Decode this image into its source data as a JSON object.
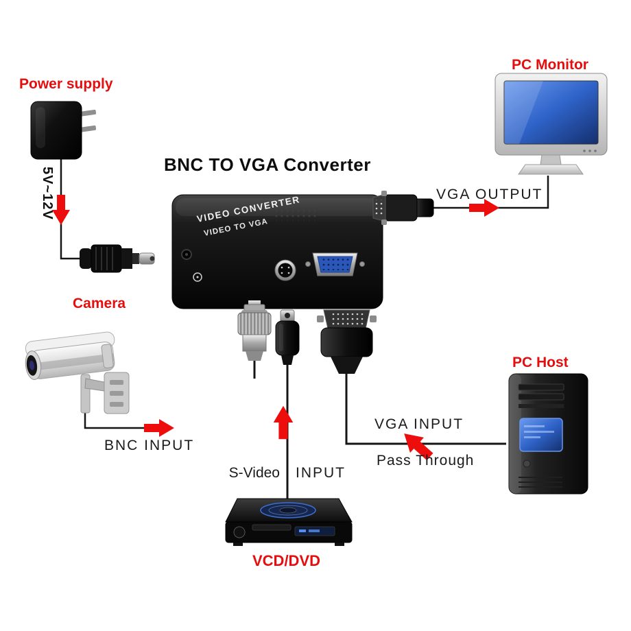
{
  "title": "BNC TO VGA Converter",
  "labels": {
    "power_supply": "Power supply",
    "voltage": "5V~12V",
    "pc_monitor": "PC Monitor",
    "vga_output": "VGA OUTPUT",
    "camera": "Camera",
    "bnc_input": "BNC INPUT",
    "s_video": "S-Video",
    "s_video_input": "INPUT",
    "vga_input": "VGA INPUT",
    "pass_through": "Pass Through",
    "pc_host": "PC Host",
    "vcd_dvd": "VCD/DVD"
  },
  "converter": {
    "marking_line1": "VIDEO CONVERTER",
    "marking_line2": "VIDEO TO VGA"
  },
  "colors": {
    "label_red": "#e50d0d",
    "arrow_red": "#ee0d0d",
    "line_black": "#151515",
    "screen_blue": "#2f6bd0"
  }
}
